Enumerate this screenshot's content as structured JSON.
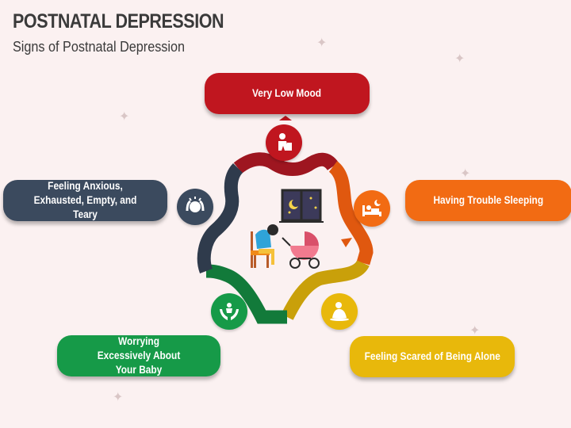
{
  "header": {
    "title": "POSTNATAL DEPRESSION",
    "subtitle": "Signs of Postnatal Depression"
  },
  "signs": [
    {
      "label": "Very Low Mood",
      "color": "#c0161f",
      "icon": "sad-person-icon"
    },
    {
      "label": "Having Trouble Sleeping",
      "color": "#f26b13",
      "icon": "sleepless-bed-icon"
    },
    {
      "label": "Feeling Scared of Being Alone",
      "color": "#e8b80b",
      "icon": "scared-person-icon"
    },
    {
      "label": "Worrying Excessively About Your Baby",
      "color": "#169a48",
      "icon": "baby-in-hands-icon"
    },
    {
      "label": "Feeling Anxious, Exhausted, Empty, and Teary",
      "color": "#3b4a5e",
      "icon": "anxious-head-icon"
    }
  ],
  "center_icon": "mother-with-pram-icon",
  "colors": {
    "background": "#fbf1f1",
    "text": "#3a3a3a",
    "ring_segments": [
      "#9e1620",
      "#e0580f",
      "#c9a00a",
      "#127a3a",
      "#2f3b4c"
    ]
  }
}
